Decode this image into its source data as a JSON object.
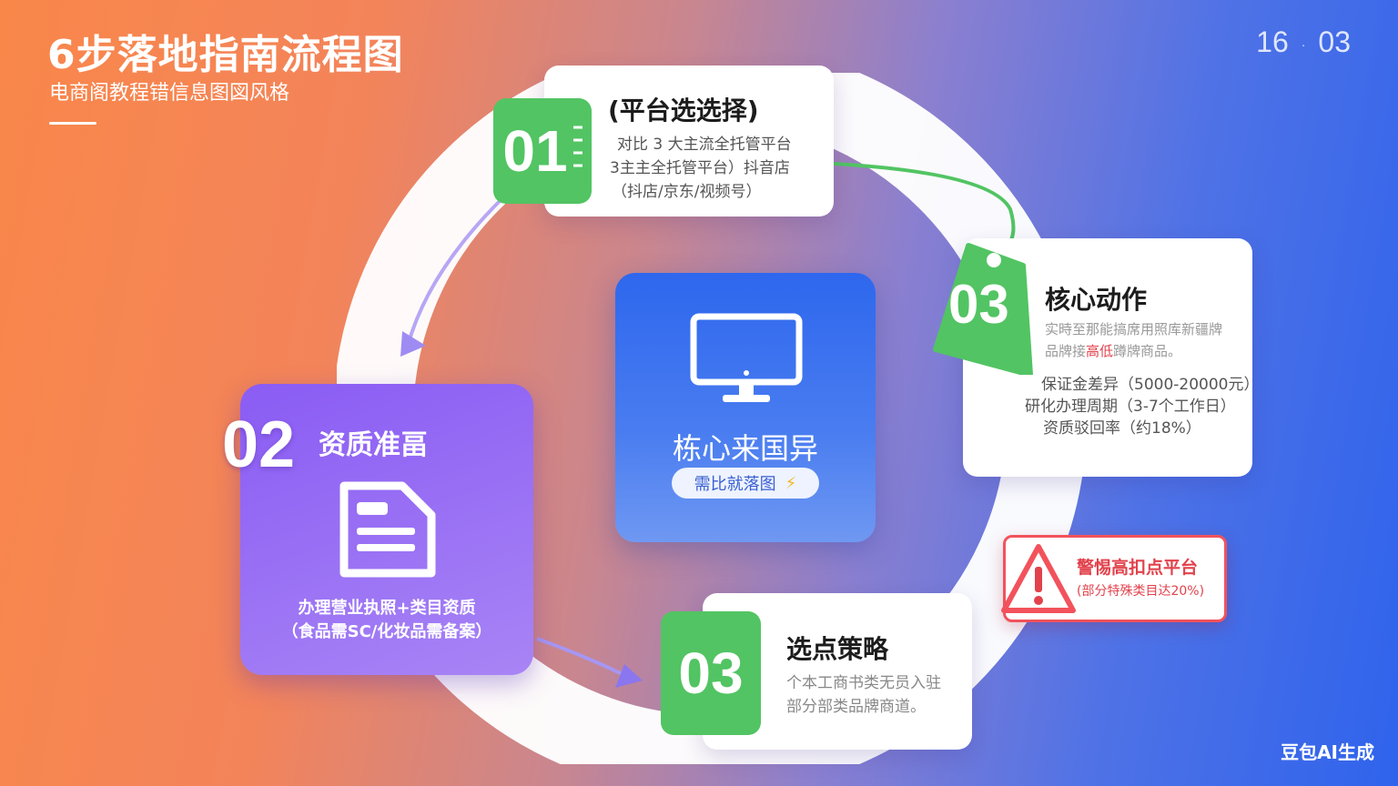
{
  "header": {
    "title": "6步落地指南流程图",
    "subtitle": "电商阁教程错信息图図风格",
    "page_current": "16",
    "page_separator": "·",
    "page_total": "03"
  },
  "steps": [
    {
      "number": "01",
      "title": "(平台选选择)",
      "lines": [
        "对比 3 大主流全托管平台",
        "3主主全托管平台）抖音店",
        "（抖店/京东/视频号）"
      ]
    },
    {
      "number": "02",
      "title": "资质准畐",
      "lines": [
        "办理营业执照+类目资质",
        "（食品需SC/化妆品需备案）"
      ]
    },
    {
      "number": "03",
      "title": "核心动作",
      "lines": [
        "实時至那能搞席用照库新疆牌",
        "品牌接",
        "高低",
        "蹲牌商品。",
        "保证金差异（5000-20000元）",
        "研化办理周期（3-7个工作日）",
        "资质驳回率（约18%）"
      ]
    },
    {
      "number": "03",
      "title": "选点策略",
      "lines": [
        "个本工商书类无员入驻",
        "部分部类品牌商道。"
      ]
    }
  ],
  "center": {
    "title": "栋心来国异",
    "pill_label": "需比就落图",
    "pill_icon": "lightning-icon"
  },
  "warning": {
    "icon": "warning-triangle-icon",
    "title": "警惕高扣点平台",
    "note": "(部分特殊类目达20%)"
  },
  "icons": {
    "center": "monitor-icon",
    "step2": "document-icon"
  },
  "colors": {
    "badge_green": "#52c463",
    "center_blue": "#2e67ee",
    "step2_purple": "#8a5cf4",
    "warning_red": "#f2525c"
  },
  "watermark": "豆包AI生成"
}
